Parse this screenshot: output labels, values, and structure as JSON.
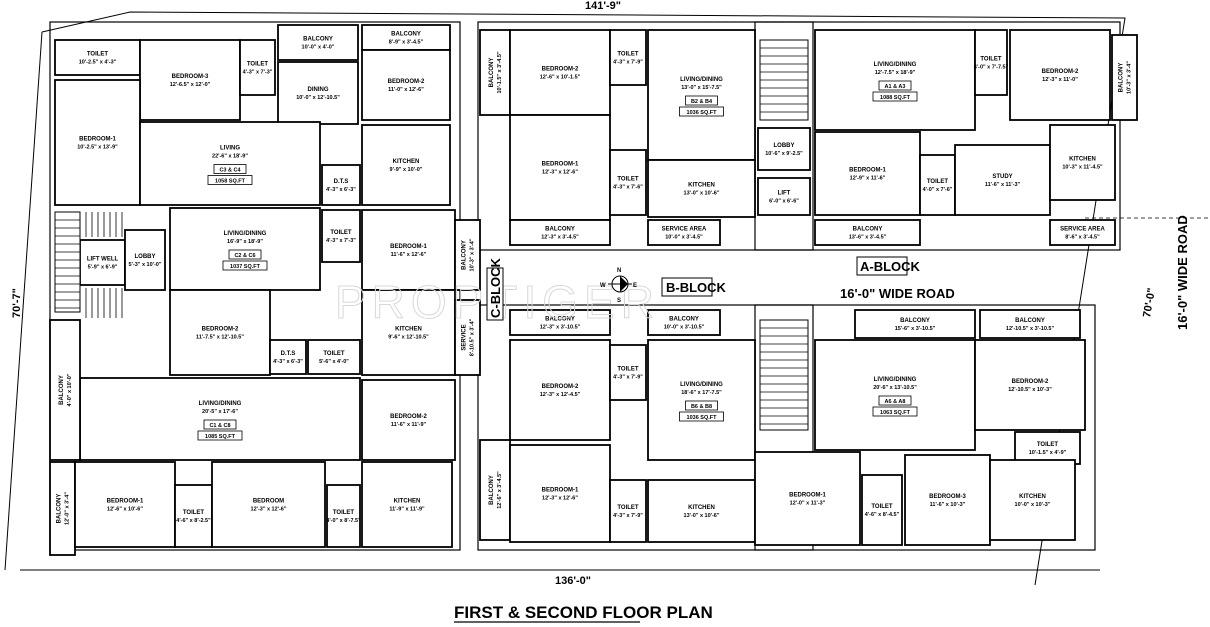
{
  "title": "FIRST & SECOND FLOOR PLAN",
  "watermark": "PROPTIGER",
  "dimensions": {
    "top": "141'-9\"",
    "bottom": "136'-0\"",
    "left": "70'-7\"",
    "right": "70'-0\""
  },
  "labels": {
    "a_block": "A-BLOCK",
    "b_block": "B-BLOCK",
    "c_block": "C-BLOCK",
    "road_center": "16'-0\" WIDE ROAD",
    "road_right": "16'-0\" WIDE ROAD"
  },
  "compass": {
    "n": "N",
    "s": "S",
    "e": "E",
    "w": "W"
  },
  "rooms": [
    {
      "name": "TOILET",
      "size": "10'-2.5\" x 4'-3\""
    },
    {
      "name": "BEDROOM-3",
      "size": "12'-6.5\" x 12'-0\""
    },
    {
      "name": "TOILET",
      "size": "4'-3\" x 7'-3\""
    },
    {
      "name": "BALCONY",
      "size": "10'-0\" x 4'-0\""
    },
    {
      "name": "BALCONY",
      "size": "8'-9\" x 3'-4.5\""
    },
    {
      "name": "BEDROOM-2",
      "size": "11'-0\" x 12'-6\""
    },
    {
      "name": "DINING",
      "size": "10'-0\" x 12'-10.5\""
    },
    {
      "name": "BEDROOM-1",
      "size": "10'-2.5\" x 13'-9\""
    },
    {
      "name": "LIVING",
      "size": "22'-6\" x 18'-9\"",
      "unit": "C3 & C4",
      "area": "1058 SQ.FT"
    },
    {
      "name": "KITCHEN",
      "size": "9'-9\" x 10'-0\""
    },
    {
      "name": "D.T.S",
      "size": "4'-3\" x 6'-3\""
    },
    {
      "name": "LIFT WELL",
      "size": "5'-9\" x 6'-9\""
    },
    {
      "name": "LOBBY",
      "size": "5'-3\" x 10'-0\""
    },
    {
      "name": "LIVING/DINING",
      "size": "16'-9\" x 18'-9\"",
      "unit": "C2 & C6",
      "area": "1037 SQ.FT"
    },
    {
      "name": "TOILET",
      "size": "4'-3\" x 7'-3\""
    },
    {
      "name": "BEDROOM-1",
      "size": "11'-6\" x 12'-6\""
    },
    {
      "name": "BALCONY",
      "size": "10'-3\" x 3'-4\""
    },
    {
      "name": "BEDROOM-2",
      "size": "11'-7.5\" x 12'-10.5\""
    },
    {
      "name": "D.T.S",
      "size": "4'-3\" x 6'-3\""
    },
    {
      "name": "TOILET",
      "size": "5'-6\" x 4'-0\""
    },
    {
      "name": "KITCHEN",
      "size": "9'-6\" x 12'-10.5\""
    },
    {
      "name": "SERVICE",
      "size": "8'-10.5\" x 3'-4\""
    },
    {
      "name": "LIVING/DINING",
      "size": "20'-5\" x 17'-6\"",
      "unit": "C1 & C8",
      "area": "1085 SQ.FT"
    },
    {
      "name": "BALCONY",
      "size": "4'-0\" x 10'-0\""
    },
    {
      "name": "BEDROOM-2",
      "size": "11'-6\" x 11'-9\""
    },
    {
      "name": "BALCONY",
      "size": "12'-0\" x 3'-4\""
    },
    {
      "name": "BEDROOM-1",
      "size": "12'-6\" x 10'-6\""
    },
    {
      "name": "TOILET",
      "size": "4'-6\" x 8'-2.5\""
    },
    {
      "name": "BEDROOM",
      "size": "12'-3\" x 12'-6\""
    },
    {
      "name": "TOILET",
      "size": "4'-0\" x 8'-7.5\""
    },
    {
      "name": "KITCHEN",
      "size": "11'-9\" x 11'-9\""
    },
    {
      "name": "BALCONY",
      "size": "10'-1.5\" x 3'-4.5\""
    },
    {
      "name": "BEDROOM-2",
      "size": "12'-6\" x 10'-1.5\""
    },
    {
      "name": "TOILET",
      "size": "4'-3\" x 7'-9\""
    },
    {
      "name": "LIVING/DINING",
      "size": "13'-0\" x 15'-7.5\"",
      "unit": "B2 & B4",
      "area": "1036 SQ.FT"
    },
    {
      "name": "BEDROOM-1",
      "size": "12'-3\" x 12'-6\""
    },
    {
      "name": "TOILET",
      "size": "4'-3\" x 7'-6\""
    },
    {
      "name": "KITCHEN",
      "size": "13'-0\" x 10'-6\""
    },
    {
      "name": "BALCONY",
      "size": "12'-3\" x 3'-4.5\""
    },
    {
      "name": "SERVICE AREA",
      "size": "10'-0\" x 3'-4.5\""
    },
    {
      "name": "LOBBY",
      "size": "10'-6\" x 9'-2.5\""
    },
    {
      "name": "LIFT",
      "size": "6'-0\" x 6'-6\""
    },
    {
      "name": "BALCONY",
      "size": "12'-3\" x 3'-10.5\""
    },
    {
      "name": "BALCONY",
      "size": "10'-0\" x 3'-10.5\""
    },
    {
      "name": "BEDROOM-2",
      "size": "12'-3\" x 12'-4.5\""
    },
    {
      "name": "TOILET",
      "size": "4'-3\" x 7'-9\""
    },
    {
      "name": "LIVING/DINING",
      "size": "18'-6\" x 17'-7.5\"",
      "unit": "B6 & B8",
      "area": "1036 SQ.FT"
    },
    {
      "name": "BALCONY",
      "size": "12'-6\" x 3'-4.5\""
    },
    {
      "name": "BEDROOM-1",
      "size": "12'-3\" x 12'-6\""
    },
    {
      "name": "TOILET",
      "size": "4'-3\" x 7'-9\""
    },
    {
      "name": "KITCHEN",
      "size": "13'-0\" x 10'-6\""
    },
    {
      "name": "LIVING/DINING",
      "size": "12'-7.5\" x 18'-9\"",
      "unit": "A1 & A3",
      "area": "1088 SQ.FT"
    },
    {
      "name": "TOILET",
      "size": "4'-0\" x 7'-7.5\""
    },
    {
      "name": "BEDROOM-2",
      "size": "12'-3\" x 11'-0\""
    },
    {
      "name": "BALCONY",
      "size": "10'-3\" x 3'-4\""
    },
    {
      "name": "BEDROOM-1",
      "size": "12'-9\" x 11'-6\""
    },
    {
      "name": "TOILET",
      "size": "4'-0\" x 7'-6\""
    },
    {
      "name": "STUDY",
      "size": "11'-6\" x 11'-3\""
    },
    {
      "name": "KITCHEN",
      "size": "10'-3\" x 11'-4.5\""
    },
    {
      "name": "BALCONY",
      "size": "13'-6\" x 3'-4.5\""
    },
    {
      "name": "SERVICE AREA",
      "size": "8'-6\" x 3'-4.5\""
    },
    {
      "name": "BALCONY",
      "size": "15'-6\" x 3'-10.5\""
    },
    {
      "name": "BALCONY",
      "size": "12'-10.5\" x 3'-10.5\""
    },
    {
      "name": "LIVING/DINING",
      "size": "20'-6\" x 13'-10.5\"",
      "unit": "A6 & A8",
      "area": "1063 SQ.FT"
    },
    {
      "name": "BEDROOM-2",
      "size": "12'-10.5\" x 10'-3\""
    },
    {
      "name": "TOILET",
      "size": "10'-1.5\" x 4'-9\""
    },
    {
      "name": "BEDROOM-1",
      "size": "12'-0\" x 11'-3\""
    },
    {
      "name": "TOILET",
      "size": "4'-6\" x 8'-4.5\""
    },
    {
      "name": "BEDROOM-3",
      "size": "11'-6\" x 10'-3\""
    },
    {
      "name": "KITCHEN",
      "size": "10'-0\" x 10'-3\""
    }
  ]
}
